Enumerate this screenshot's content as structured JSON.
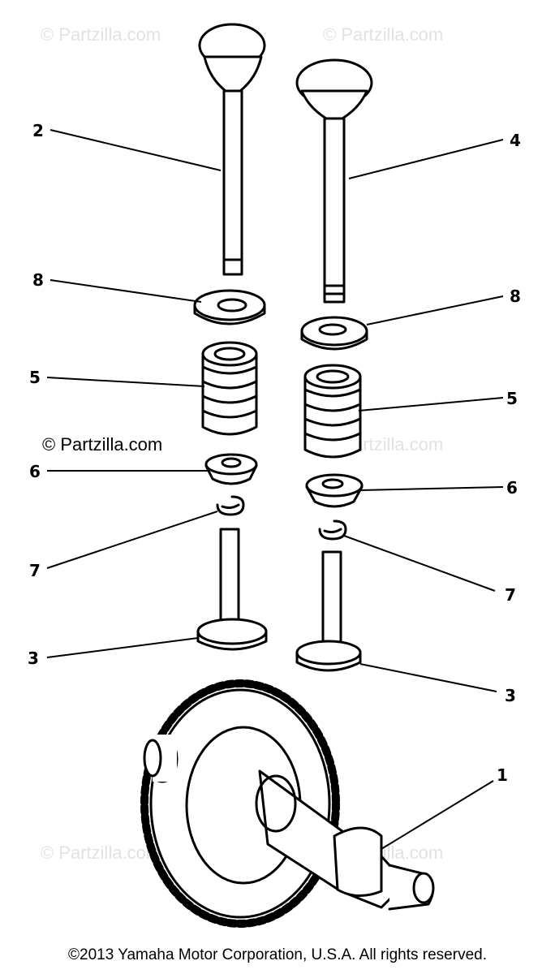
{
  "watermarks": {
    "text": "© Partzilla.com",
    "dark_text": "© Partzilla.com"
  },
  "callouts": {
    "c1": "1",
    "c2": "2",
    "c3_left": "3",
    "c3_right": "3",
    "c4": "4",
    "c5_left": "5",
    "c5_right": "5",
    "c6_left": "6",
    "c6_right": "6",
    "c7_left": "7",
    "c7_right": "7",
    "c8_left": "8",
    "c8_right": "8"
  },
  "footer": {
    "copyright": "©2013 Yamaha Motor Corporation, U.S.A. All rights reserved."
  }
}
